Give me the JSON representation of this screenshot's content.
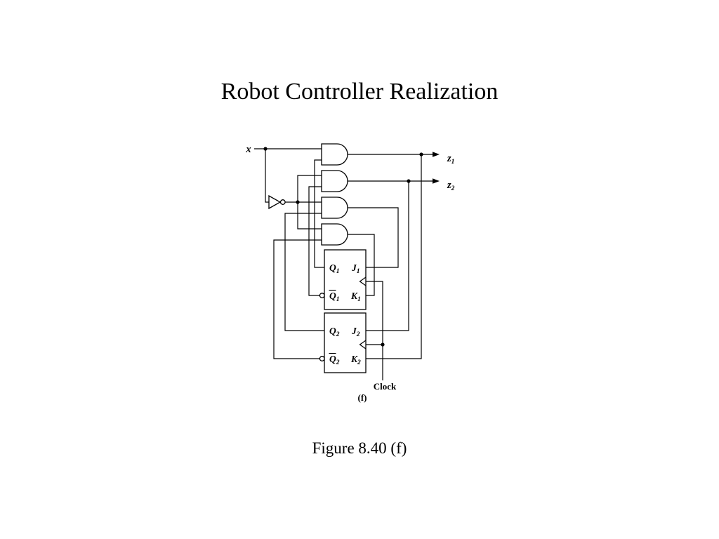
{
  "slide": {
    "title": "Robot Controller Realization",
    "caption": "Figure 8.40 (f)"
  },
  "circuit": {
    "input": {
      "base": "x"
    },
    "outputs": {
      "z1": {
        "base": "z",
        "sub": "1"
      },
      "z2": {
        "base": "z",
        "sub": "2"
      }
    },
    "clock": {
      "label": "Clock"
    },
    "subfigure": {
      "label": "(f)"
    },
    "flipflops": [
      {
        "q": {
          "base": "Q",
          "sub": "1"
        },
        "j": {
          "base": "J",
          "sub": "1"
        },
        "qbar": {
          "base": "Q",
          "sub": "1",
          "complement": true
        },
        "k": {
          "base": "K",
          "sub": "1"
        }
      },
      {
        "q": {
          "base": "Q",
          "sub": "2"
        },
        "j": {
          "base": "J",
          "sub": "2"
        },
        "qbar": {
          "base": "Q",
          "sub": "2",
          "complement": true
        },
        "k": {
          "base": "K",
          "sub": "2"
        }
      }
    ],
    "components": {
      "and_gates": 4,
      "not_gates": 1,
      "jk_flipflops": 2
    }
  },
  "colors": {
    "ink": "#000000",
    "background": "#ffffff"
  }
}
